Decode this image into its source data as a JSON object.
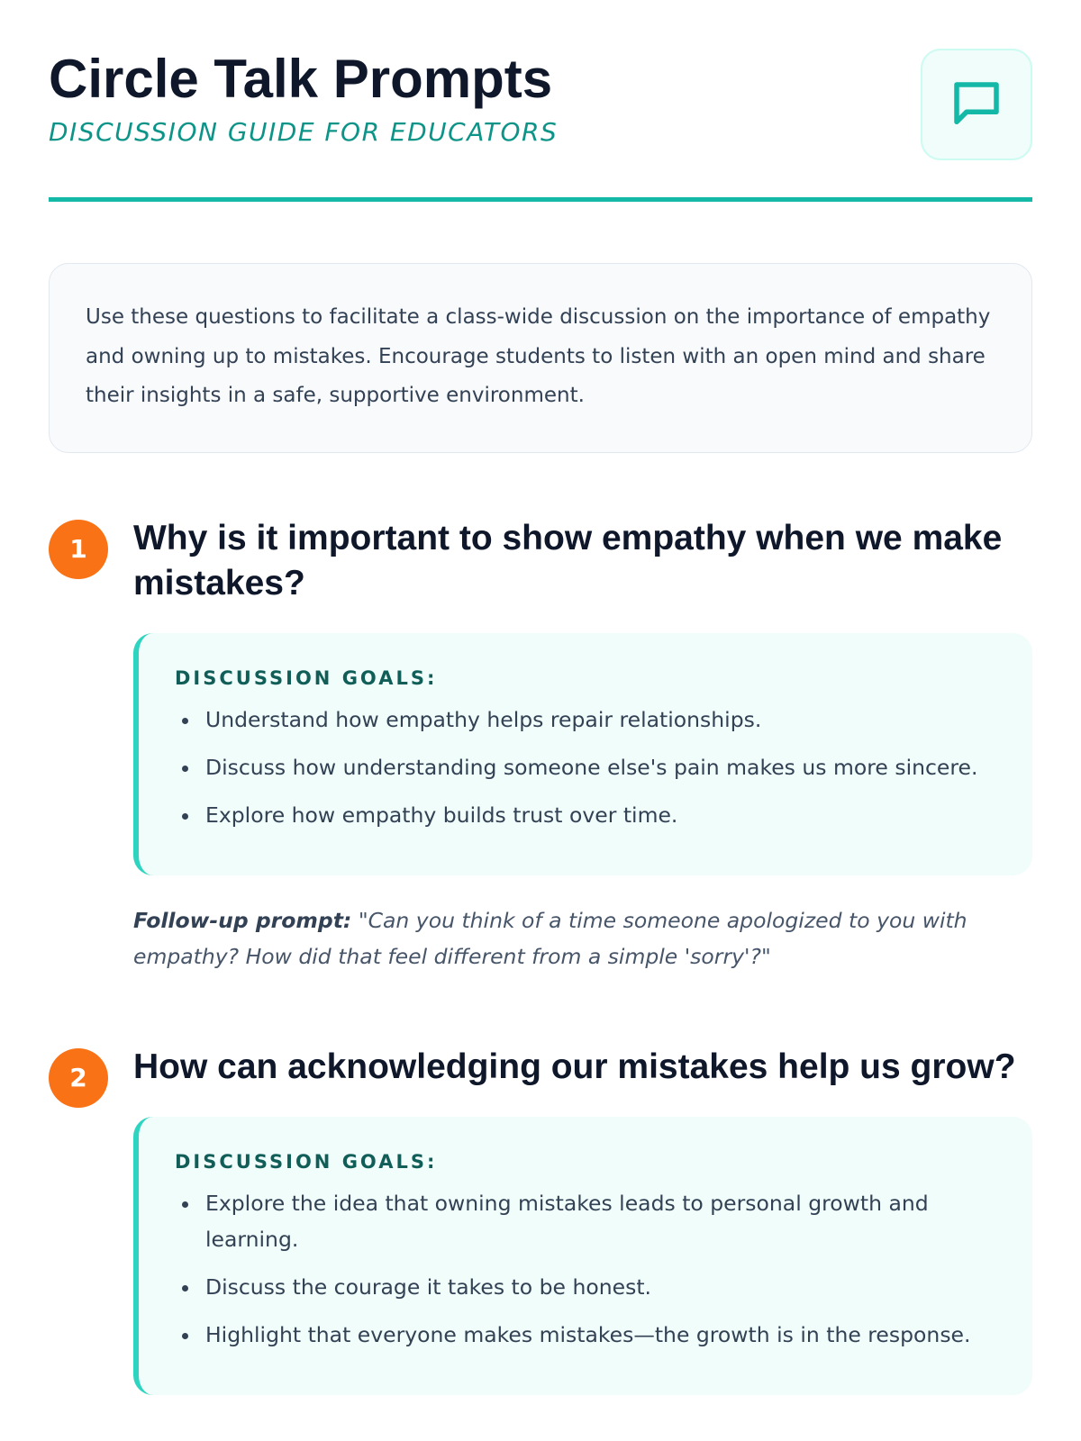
{
  "header": {
    "title": "Circle Talk Prompts",
    "subtitle": "DISCUSSION GUIDE FOR EDUCATORS",
    "icon": "chat-bubble-icon"
  },
  "intro": "Use these questions to facilitate a class-wide discussion on the importance of empathy and owning up to mistakes. Encourage students to listen with an open mind and share their insights in a safe, supportive environment.",
  "questions": [
    {
      "number": "1",
      "title": "Why is it important to show empathy when we make mistakes?",
      "goals_label": "DISCUSSION GOALS:",
      "goals": [
        "Understand how empathy helps repair relationships.",
        "Discuss how understanding someone else's pain makes us more sincere.",
        "Explore how empathy builds trust over time."
      ],
      "followup_label": "Follow-up prompt:",
      "followup": "\"Can you think of a time someone apologized to you with empathy? How did that feel different from a simple 'sorry'?\""
    },
    {
      "number": "2",
      "title": "How can acknowledging our mistakes help us grow?",
      "goals_label": "DISCUSSION GOALS:",
      "goals": [
        "Explore the idea that owning mistakes leads to personal growth and learning.",
        "Discuss the courage it takes to be honest.",
        "Highlight that everyone makes mistakes—the growth is in the response."
      ]
    }
  ],
  "colors": {
    "accent": "#14b8a6",
    "number": "#f97316",
    "title": "#0f172a"
  }
}
